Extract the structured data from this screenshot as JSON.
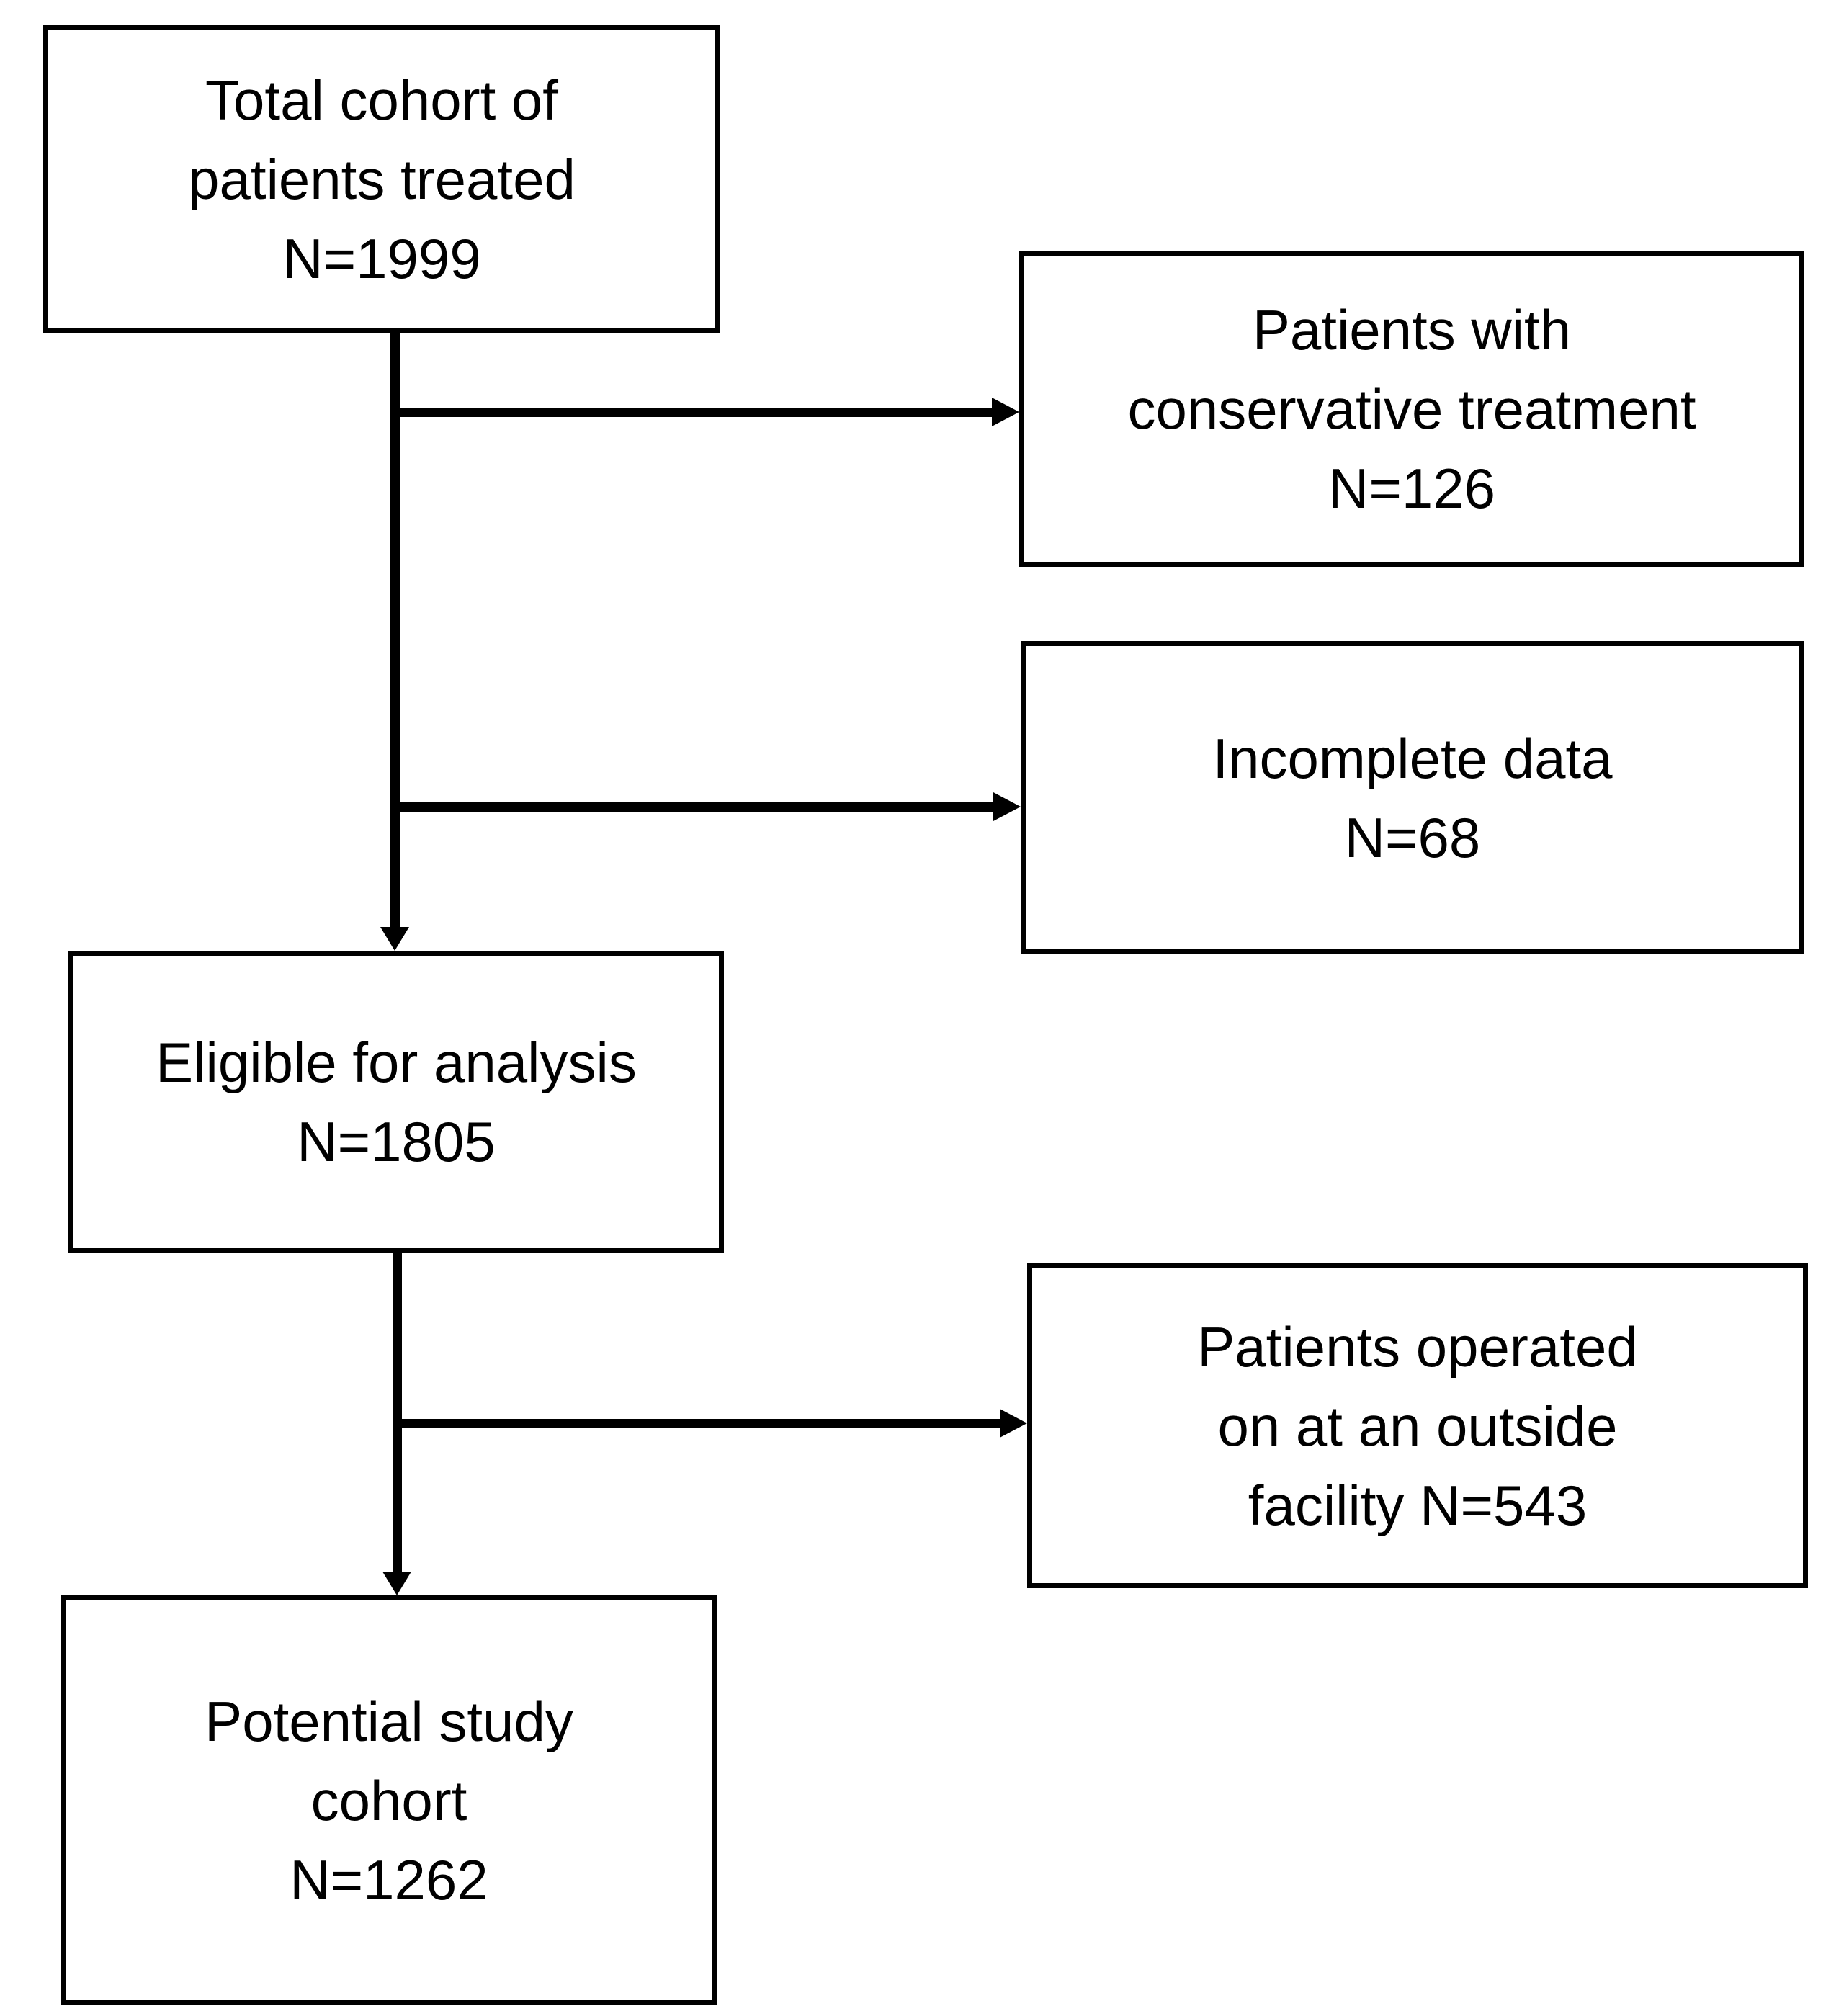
{
  "diagram": {
    "type": "patient-flowchart",
    "background_color": "#ffffff",
    "line_color": "#000000"
  },
  "boxes": [
    {
      "id": "total-cohort",
      "lines": [
        "Total cohort of",
        "patients treated",
        "N=1999"
      ]
    },
    {
      "id": "conservative-treatment",
      "lines": [
        "Patients with",
        "conservative treatment",
        "N=126"
      ]
    },
    {
      "id": "incomplete-data",
      "lines": [
        "Incomplete data",
        "N=68"
      ]
    },
    {
      "id": "eligible-for-analysis",
      "lines": [
        "Eligible for analysis",
        "N=1805"
      ]
    },
    {
      "id": "outside-facility",
      "lines": [
        "Patients operated",
        "on at an outside",
        "facility N=543"
      ]
    },
    {
      "id": "potential-study-cohort",
      "lines": [
        "Potential study",
        "cohort",
        "N=1262"
      ]
    }
  ],
  "edges": [
    {
      "from": "total-cohort",
      "to": "conservative-treatment"
    },
    {
      "from": "total-cohort",
      "to": "incomplete-data"
    },
    {
      "from": "total-cohort",
      "to": "eligible-for-analysis"
    },
    {
      "from": "eligible-for-analysis",
      "to": "outside-facility"
    },
    {
      "from": "eligible-for-analysis",
      "to": "potential-study-cohort"
    }
  ]
}
